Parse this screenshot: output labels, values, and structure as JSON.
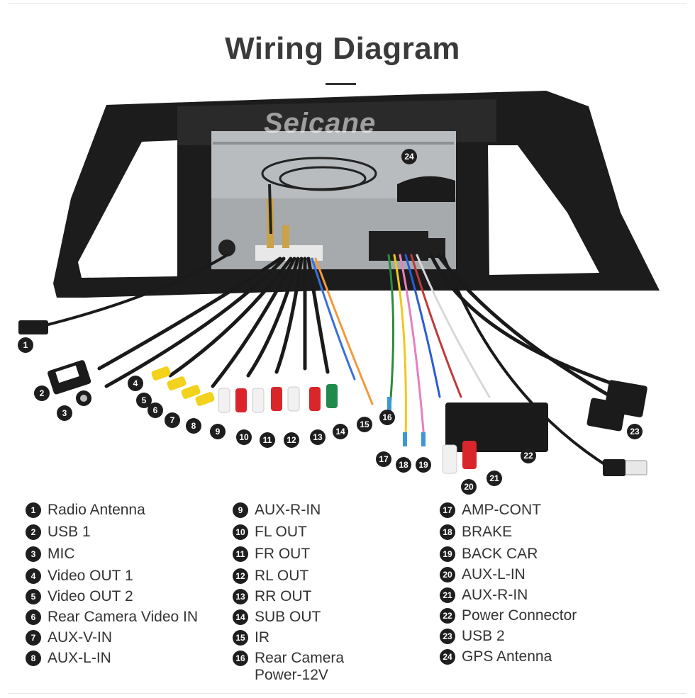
{
  "title": "Wiring Diagram",
  "brand": "Seicane",
  "colors": {
    "title": "#3a3a3a",
    "frame": "#1c1c1c",
    "unit_metal": "#b8bcbf",
    "rca_yellow": "#f2d21c",
    "rca_white": "#f1f1f1",
    "rca_red": "#d8262a",
    "rca_green": "#1f8a4c",
    "badge": "#1e1e1e"
  },
  "callouts": [
    {
      "num": "1"
    },
    {
      "num": "2"
    },
    {
      "num": "3"
    },
    {
      "num": "4"
    },
    {
      "num": "5"
    },
    {
      "num": "6"
    },
    {
      "num": "7"
    },
    {
      "num": "8"
    },
    {
      "num": "9"
    },
    {
      "num": "10"
    },
    {
      "num": "11"
    },
    {
      "num": "12"
    },
    {
      "num": "13"
    },
    {
      "num": "14"
    },
    {
      "num": "15"
    },
    {
      "num": "16"
    },
    {
      "num": "17"
    },
    {
      "num": "18"
    },
    {
      "num": "19"
    },
    {
      "num": "20"
    },
    {
      "num": "21"
    },
    {
      "num": "22"
    },
    {
      "num": "23"
    },
    {
      "num": "24"
    }
  ],
  "legend": [
    {
      "num": "1",
      "label": "Radio Antenna"
    },
    {
      "num": "2",
      "label": "USB 1"
    },
    {
      "num": "3",
      "label": "MIC"
    },
    {
      "num": "4",
      "label": "Video OUT 1"
    },
    {
      "num": "5",
      "label": "Video OUT 2"
    },
    {
      "num": "6",
      "label": "Rear Camera Video IN"
    },
    {
      "num": "7",
      "label": "AUX-V-IN"
    },
    {
      "num": "8",
      "label": "AUX-L-IN"
    },
    {
      "num": "9",
      "label": "AUX-R-IN"
    },
    {
      "num": "10",
      "label": "FL OUT"
    },
    {
      "num": "11",
      "label": "FR OUT"
    },
    {
      "num": "12",
      "label": "RL OUT"
    },
    {
      "num": "13",
      "label": "RR OUT"
    },
    {
      "num": "14",
      "label": "SUB OUT"
    },
    {
      "num": "15",
      "label": "IR"
    },
    {
      "num": "16",
      "label": "Rear Camera\nPower-12V"
    },
    {
      "num": "17",
      "label": "AMP-CONT"
    },
    {
      "num": "18",
      "label": "BRAKE"
    },
    {
      "num": "19",
      "label": "BACK CAR"
    },
    {
      "num": "20",
      "label": "AUX-L-IN"
    },
    {
      "num": "21",
      "label": "AUX-R-IN"
    },
    {
      "num": "22",
      "label": "Power Connector"
    },
    {
      "num": "23",
      "label": "USB 2"
    },
    {
      "num": "24",
      "label": "GPS Antenna"
    }
  ]
}
